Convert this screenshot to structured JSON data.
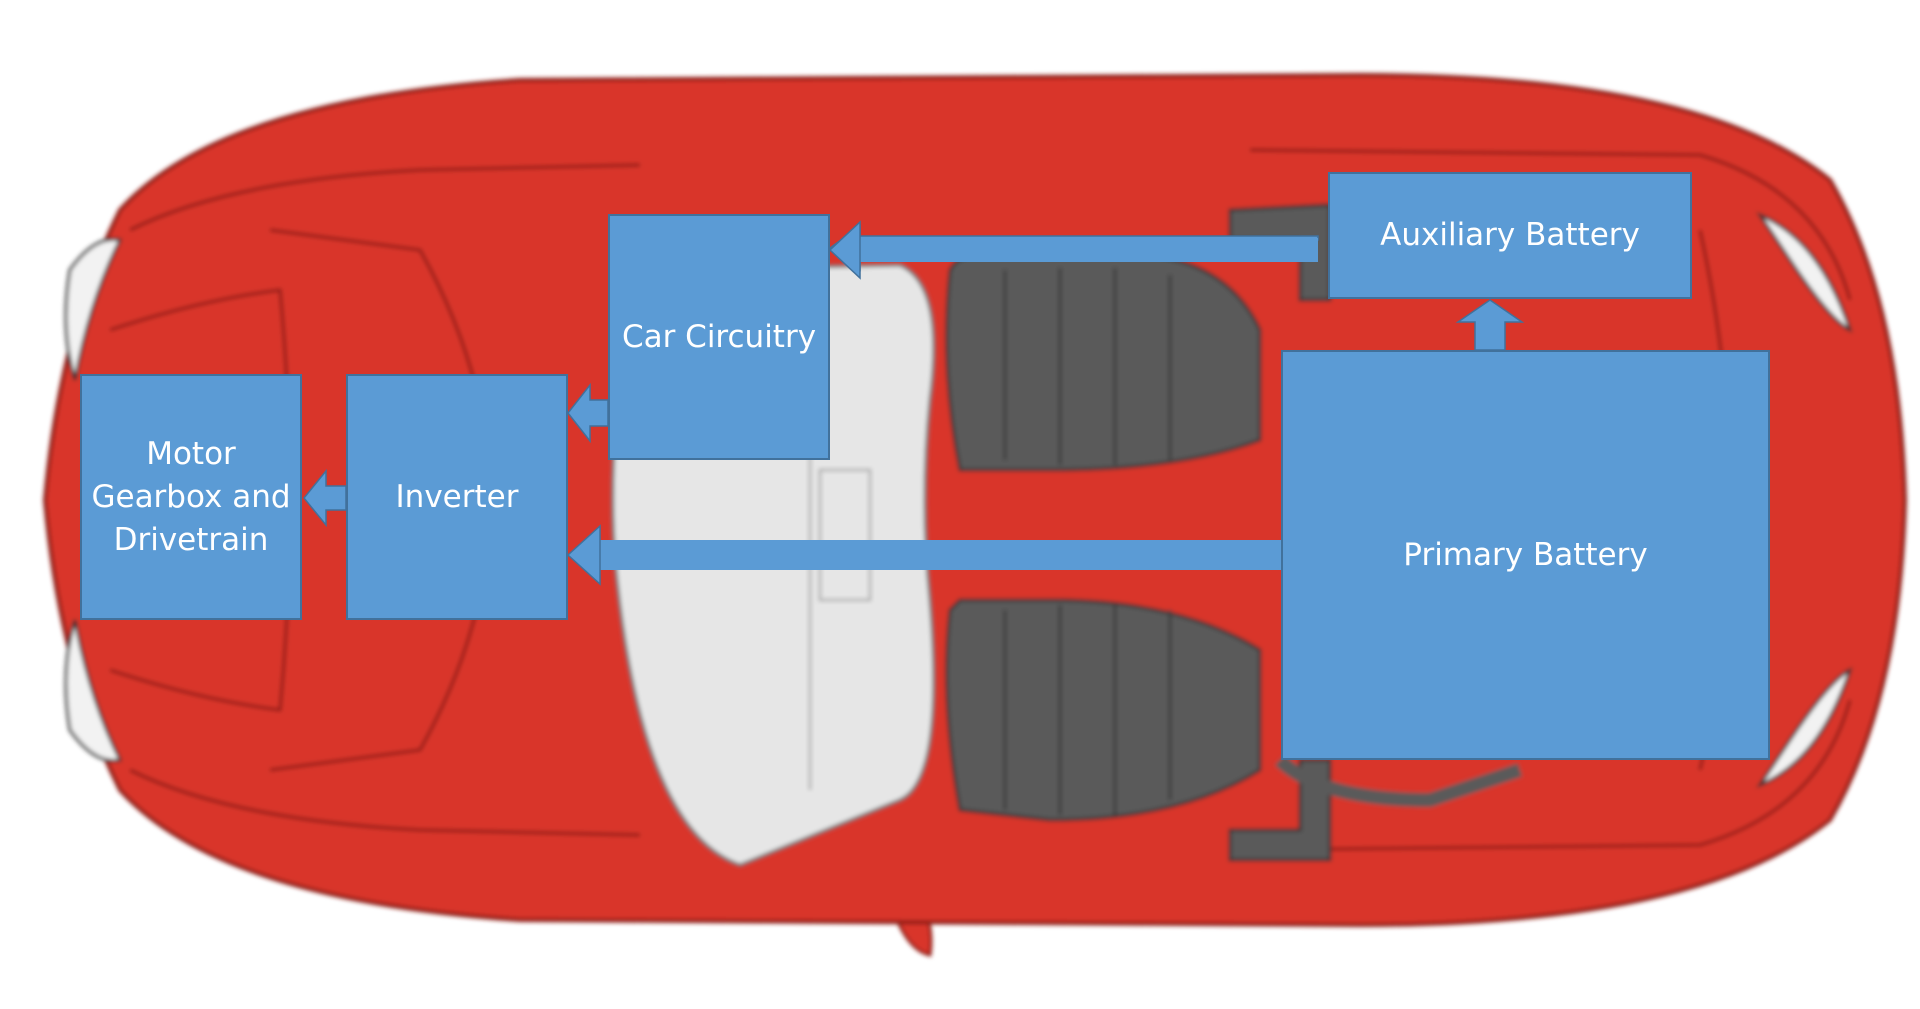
{
  "colors": {
    "car_body": "#d9352a",
    "car_outline": "#8e1f18",
    "seat": "#5a5a5a",
    "windshield": "#e6e6e6",
    "box_fill": "#5b9bd5",
    "box_border": "#41719c",
    "arrow": "#5b9bd5",
    "text": "#ffffff"
  },
  "boxes": {
    "motor": "Motor\nGearbox and\nDrivetrain",
    "inverter": "Inverter",
    "circuitry": "Car Circuitry",
    "auxiliary": "Auxiliary Battery",
    "primary": "Primary Battery"
  },
  "flows": [
    {
      "from": "primary",
      "to": "auxiliary"
    },
    {
      "from": "auxiliary",
      "to": "circuitry"
    },
    {
      "from": "primary",
      "to": "inverter"
    },
    {
      "from": "circuitry",
      "to": "inverter"
    },
    {
      "from": "inverter",
      "to": "motor"
    }
  ]
}
